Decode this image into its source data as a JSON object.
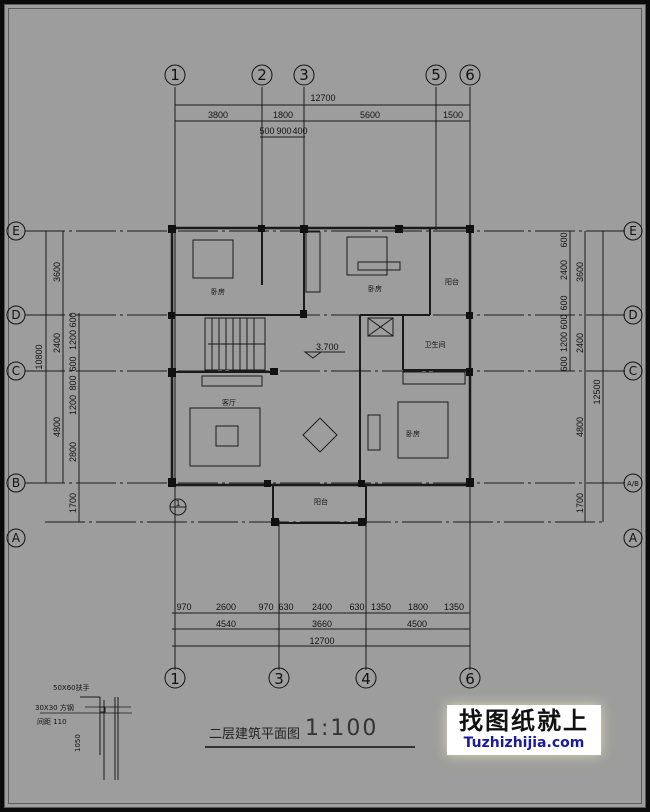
{
  "drawing": {
    "title": "二层建筑平面图",
    "scale": "1:100",
    "elevation_mark": "3.700",
    "watermark": {
      "cn": "找图纸就上",
      "en": "Tuzhizhijia.com",
      "en_color": "#1a1aa0"
    },
    "background_color": "#9d9d9d"
  },
  "axes": {
    "top": [
      "1",
      "2",
      "3",
      "5",
      "6"
    ],
    "bottom": [
      "1",
      "3",
      "4",
      "6"
    ],
    "left": [
      "E",
      "D",
      "C",
      "B",
      "A"
    ],
    "right": [
      "E",
      "D",
      "C",
      "A/B",
      "A"
    ],
    "detail_ref": "1"
  },
  "dimensions": {
    "top_total": "12700",
    "top_spans": [
      "3800",
      "1800",
      "5600",
      "1500"
    ],
    "top_sub": [
      "500",
      "900",
      "400"
    ],
    "bottom_openings": [
      "970",
      "2600",
      "970",
      "630",
      "2400",
      "630",
      "1350",
      "1800",
      "1350"
    ],
    "bottom_spans": [
      "4540",
      "3660",
      "4500"
    ],
    "bottom_total": "12700",
    "left_total": "10800",
    "left_spans": [
      "3600",
      "2400",
      "4800"
    ],
    "left_openings": [
      "600",
      "1200",
      "600",
      "800",
      "1200",
      "2800"
    ],
    "left_extra": "1700",
    "right_total": "12500",
    "right_spans": [
      "3600",
      "2400",
      "4800",
      "1700"
    ],
    "right_openings": [
      "600",
      "2400",
      "600",
      "600",
      "1200",
      "600"
    ]
  },
  "rooms": {
    "bedroom_nw": "卧房",
    "bedroom_ne": "卧房",
    "balcony_e": "阳台",
    "bathroom": "卫生间",
    "living": "客厅",
    "bedroom_se": "卧房",
    "balcony_s": "阳台"
  },
  "railing_detail": {
    "label1": "50X60扶手",
    "label2": "30X30 方钢",
    "label3": "间距 110",
    "height": "1050"
  }
}
